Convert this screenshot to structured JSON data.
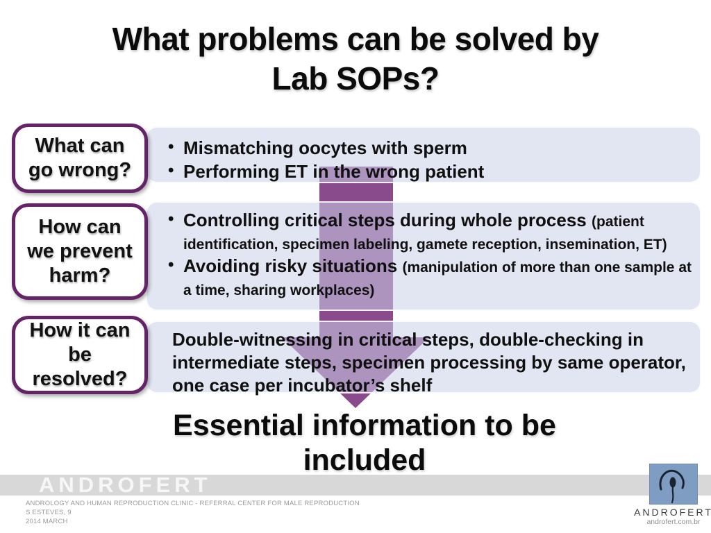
{
  "slide": {
    "title_lines": [
      "What problems can be solved by",
      "Lab SOPs?"
    ],
    "subtitle_lines": [
      "Essential information to be",
      "included"
    ]
  },
  "rows": [
    {
      "label_lines": [
        "What can",
        "go wrong?"
      ],
      "bullets": [
        {
          "main": "Mismatching oocytes with sperm"
        },
        {
          "main": "Performing ET in the wrong patient"
        }
      ]
    },
    {
      "label_lines": [
        "How can",
        "we prevent",
        "harm?"
      ],
      "bullets": [
        {
          "main": "Controlling critical steps during whole process",
          "detail": "(patient identification, specimen labeling, gamete reception, insemination, ET)"
        },
        {
          "main": "Avoiding risky situations",
          "detail": "(manipulation of more than one sample at a time, sharing workplaces)"
        }
      ]
    },
    {
      "label_lines": [
        "How it can",
        "be",
        "resolved?"
      ],
      "text": "Double-witnessing in critical steps, double-checking in intermediate steps, specimen processing by same operator, one case per incubator’s shelf"
    }
  ],
  "bullet_glyph": "•",
  "footer": {
    "band_brand": "ANDROFERT",
    "lines": [
      "ANDROLOGY AND HUMAN REPRODUCTION CLINIC - REFERRAL CENTER FOR MALE REPRODUCTION",
      "S ESTEVES, 9",
      "2014 MARCH"
    ],
    "logo": {
      "brand": "ANDROFERT",
      "url": "androfert.com.br",
      "icon": "sperm-gauge-icon"
    }
  },
  "colors": {
    "accent_purple_border": "#662468",
    "arrow_purple": "#8a4b8d",
    "content_box_fill": "#e3e7f2",
    "footer_band_gray": "#d8d8d8",
    "logo_blue": "#7f9dc3",
    "text_black": "#0b0b0b",
    "footer_text_gray": "#999999"
  }
}
